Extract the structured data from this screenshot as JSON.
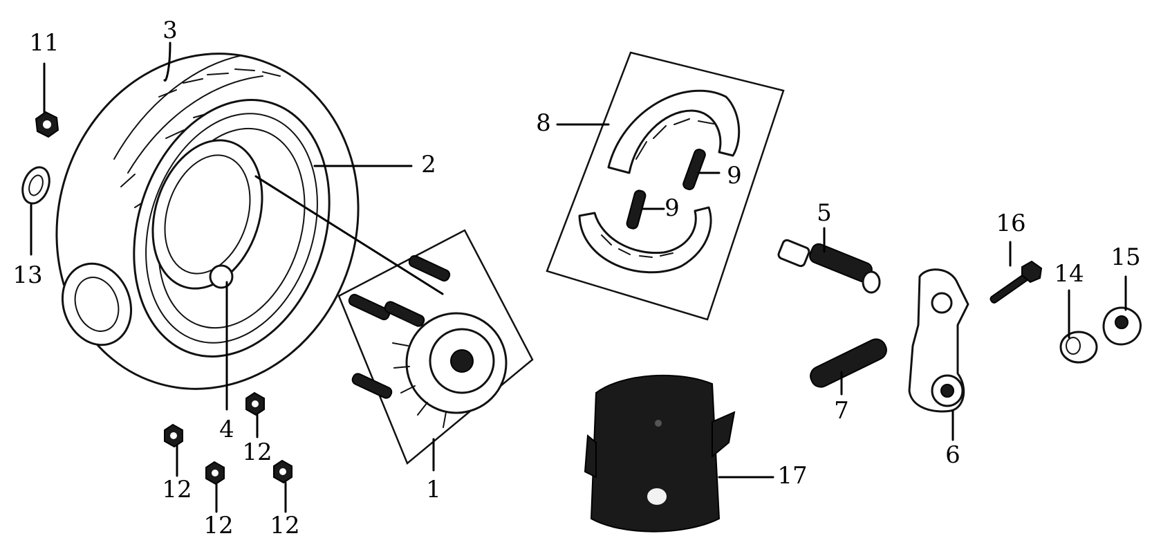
{
  "callouts": {
    "c1": "1",
    "c2": "2",
    "c3": "3",
    "c4": "4",
    "c5": "5",
    "c6": "6",
    "c7": "7",
    "c8": "8",
    "c9a": "9",
    "c9b": "9",
    "c11": "11",
    "c12a": "12",
    "c12b": "12",
    "c12c": "12",
    "c12d": "12",
    "c13": "13",
    "c14": "14",
    "c15": "15",
    "c16": "16",
    "c17": "17"
  }
}
